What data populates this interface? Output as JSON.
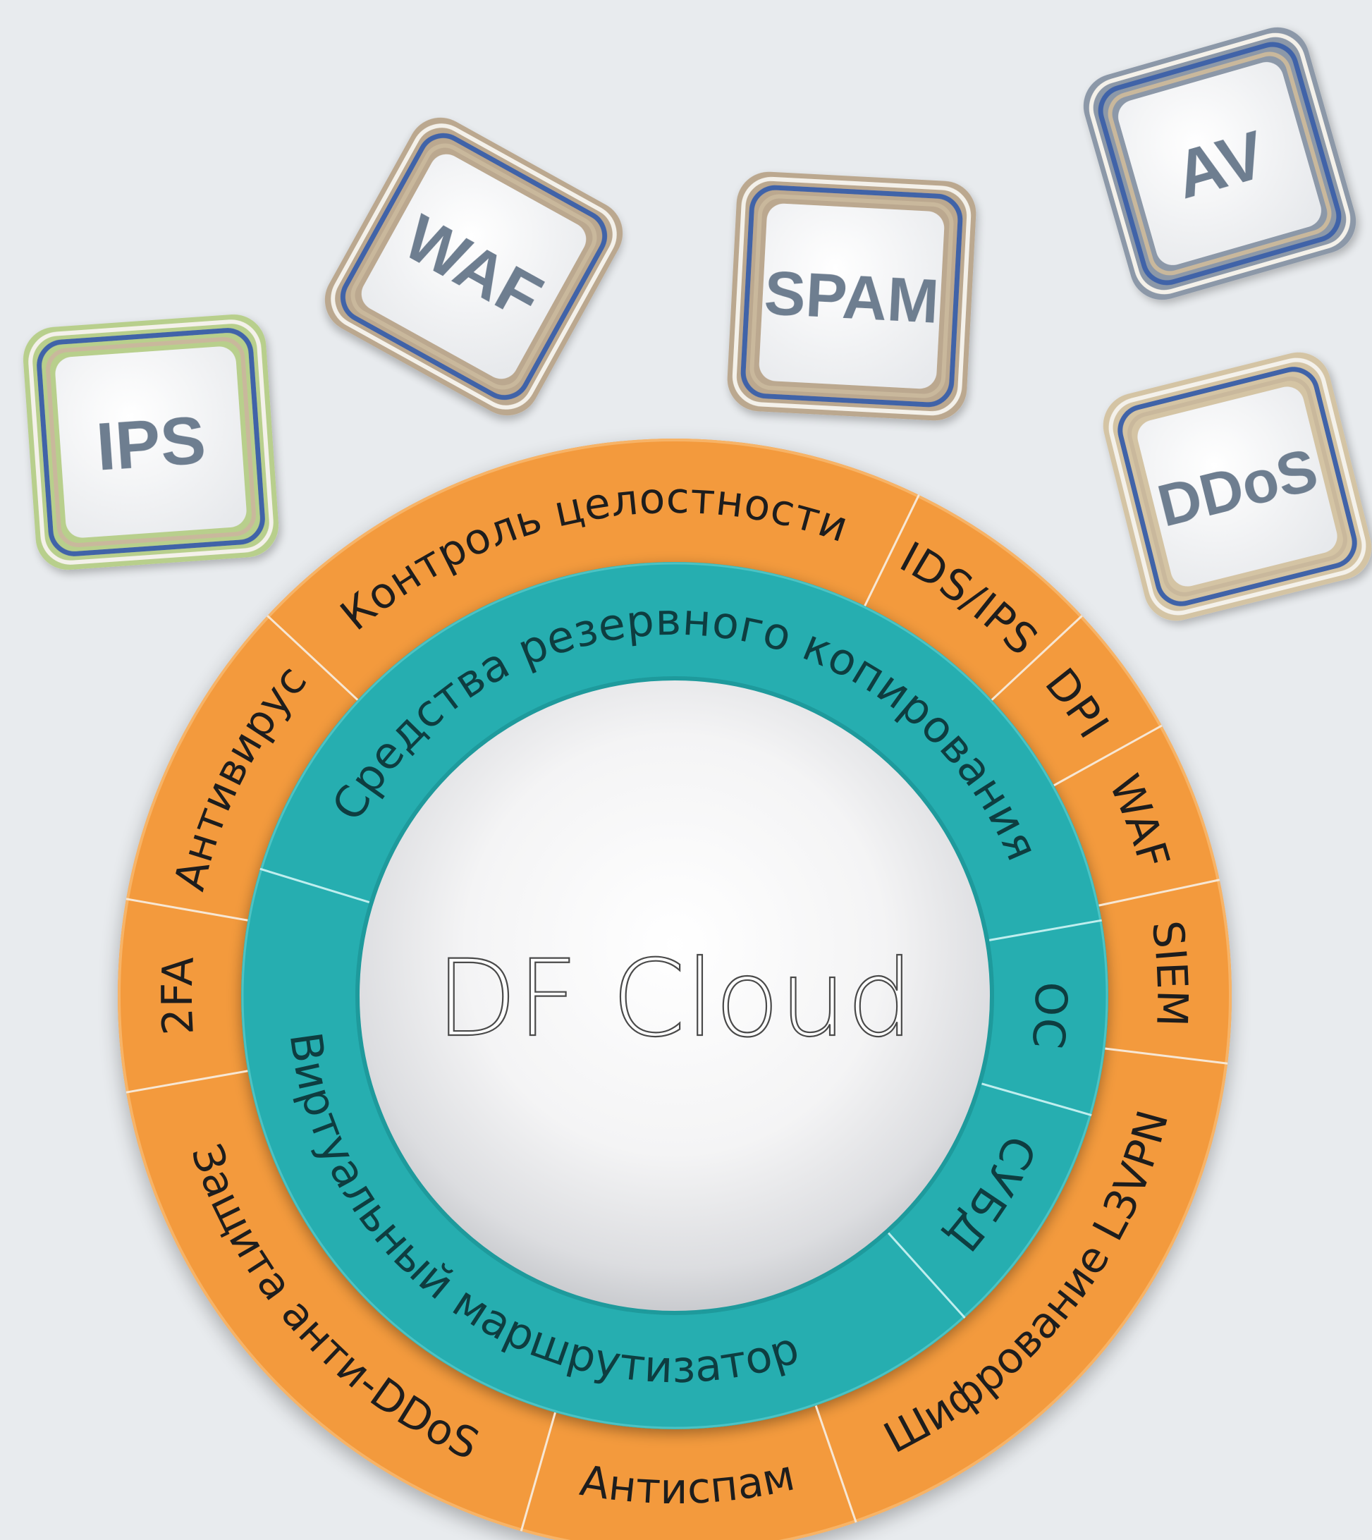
{
  "center": {
    "label": "DF Cloud"
  },
  "colors": {
    "outer_ring": "#f39a3c",
    "inner_ring": "#26aeb0",
    "tile_label": "#6e7e90",
    "divider": "#f7e7d4"
  },
  "outer_ring": [
    {
      "label": "Контроль целостности"
    },
    {
      "label": "IDS/IPS"
    },
    {
      "label": "DPI"
    },
    {
      "label": "WAF"
    },
    {
      "label": "SIEM"
    },
    {
      "label": "Шифрование L3VPN"
    },
    {
      "label": "Антиспам"
    },
    {
      "label": "Защита анти-DDoS"
    },
    {
      "label": "2FA"
    },
    {
      "label": "Антивирус"
    }
  ],
  "inner_ring": [
    {
      "label": "Средства резервного копирования"
    },
    {
      "label": "ОС"
    },
    {
      "label": "СУБД"
    },
    {
      "label": "Виртуальный маршрутизатор"
    }
  ],
  "tiles": [
    {
      "label": "IPS",
      "frame_color": "#b8cf8c"
    },
    {
      "label": "WAF",
      "frame_color": "#bba88f"
    },
    {
      "label": "SPAM",
      "frame_color": "#bba88f"
    },
    {
      "label": "AV",
      "frame_color": "#8c98a8"
    },
    {
      "label": "DDoS",
      "frame_color": "#d4c4a4"
    }
  ]
}
